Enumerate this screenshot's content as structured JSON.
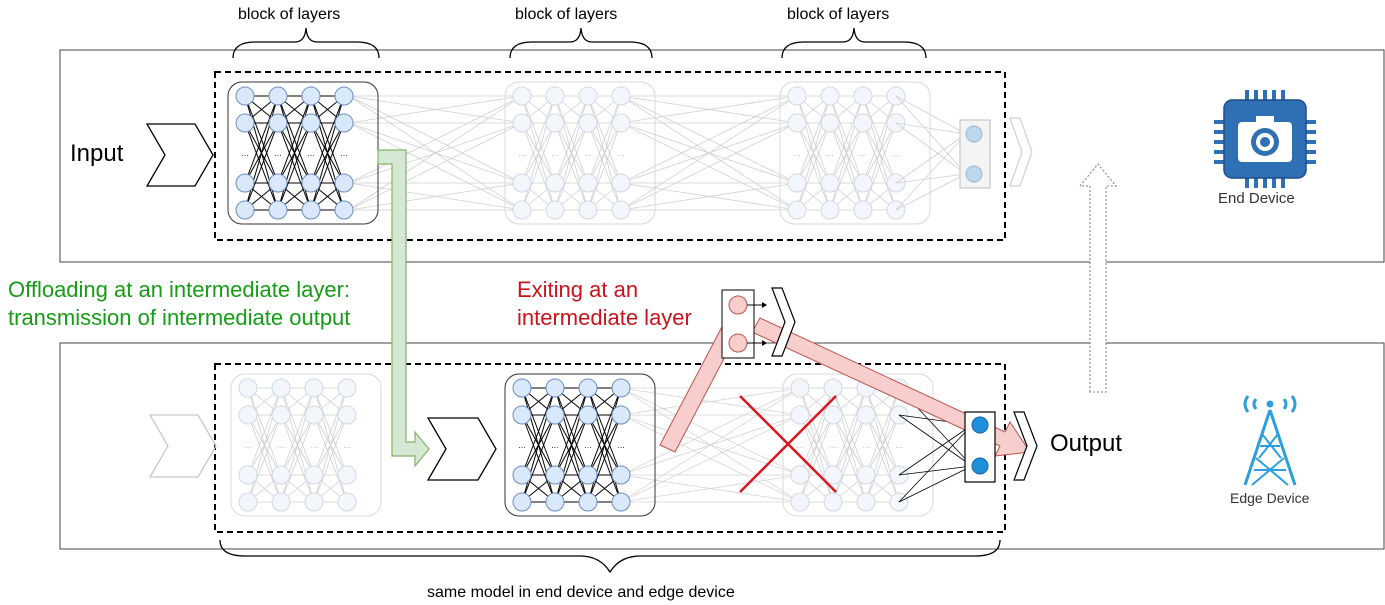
{
  "labels": {
    "block1": "block of layers",
    "block2": "block of layers",
    "block3": "block of layers",
    "input": "Input",
    "output": "Output",
    "offloading_line1": "Offloading at an intermediate layer:",
    "offloading_line2": "transmission of intermediate output",
    "exiting_line1": "Exiting at an",
    "exiting_line2": "intermediate layer",
    "end_device": "End Device",
    "edge_device": "Edge Device",
    "bottom_caption": "same model in end device and edge device"
  },
  "colors": {
    "offload_arrow": "#d5e8d4",
    "offload_stroke": "#82b366",
    "exit_arrow": "#f8cecc",
    "exit_stroke": "#b85450",
    "x_mark": "#e0141c",
    "node_fill": "#dae8fc",
    "node_stroke": "#6c8ebf",
    "chip": "#2f6fb4",
    "antenna": "#2d9fdc",
    "green_text": "#169c16",
    "red_text": "#c8141c"
  },
  "icons": [
    "camera-chip-icon",
    "antenna-tower-icon",
    "input-arrow-icon",
    "output-arrow-icon",
    "cross-icon"
  ]
}
